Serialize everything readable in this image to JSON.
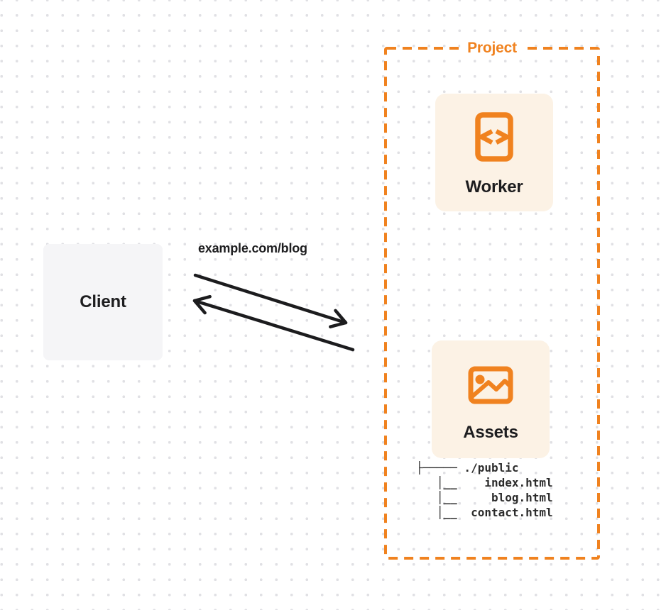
{
  "diagram": {
    "title_hint": "client-worker-assets-routing-diagram",
    "colors": {
      "accent_orange": "#f0821f",
      "card_background": "#fcf2e5",
      "client_background": "#f5f5f7",
      "ink": "#1d1d1f",
      "dot_grid": "#e0e0e4"
    },
    "client": {
      "label": "Client"
    },
    "request": {
      "url_label": "example.com/blog"
    },
    "project": {
      "label": "Project",
      "worker": {
        "label": "Worker",
        "icon": "code-file-icon"
      },
      "assets": {
        "label": "Assets",
        "icon": "image-icon",
        "file_tree_text": "├───── ./public\n   │__    index.html\n   │__     blog.html\n   │__  contact.html"
      }
    }
  }
}
